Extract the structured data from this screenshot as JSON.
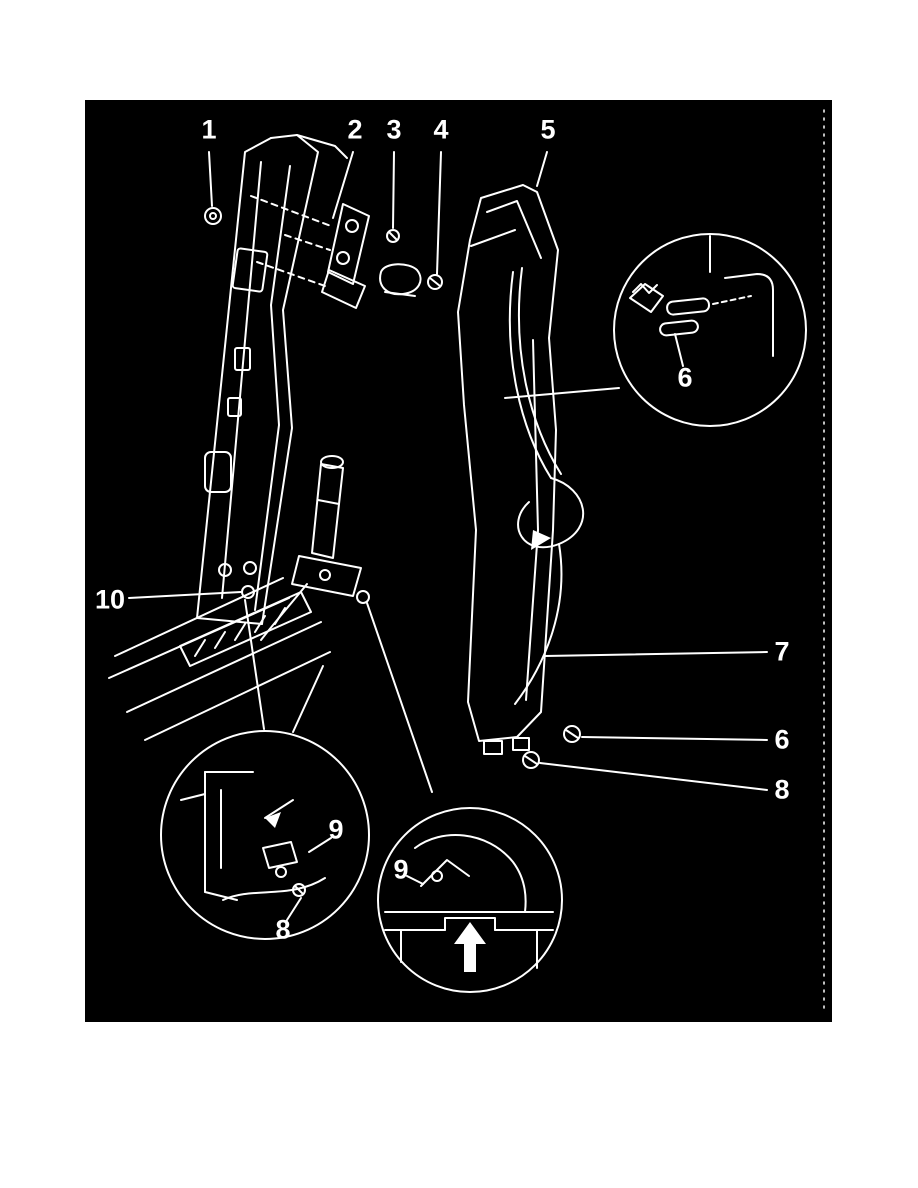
{
  "figure": {
    "background_color": "#000000",
    "stroke_color": "#ffffff",
    "page_background": "#ffffff"
  },
  "callouts": [
    {
      "label": "1"
    },
    {
      "label": "2"
    },
    {
      "label": "3"
    },
    {
      "label": "4"
    },
    {
      "label": "5"
    },
    {
      "label": "6"
    },
    {
      "label": "7"
    },
    {
      "label": "6"
    },
    {
      "label": "8"
    },
    {
      "label": "10"
    },
    {
      "label": "9"
    },
    {
      "label": "8"
    },
    {
      "label": "9"
    }
  ]
}
